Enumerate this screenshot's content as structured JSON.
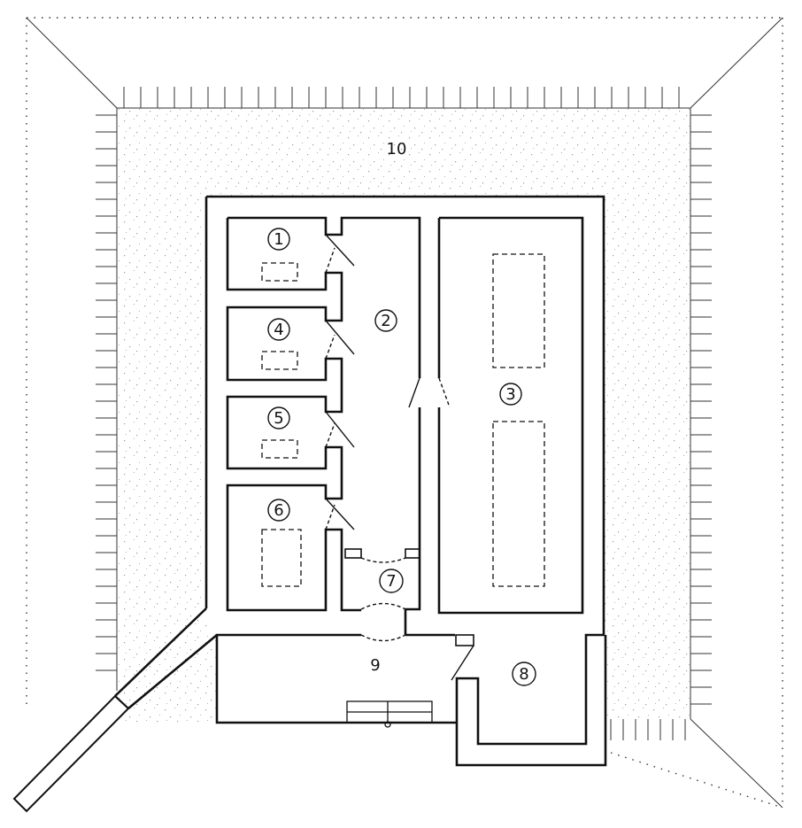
{
  "labels": {
    "room1": "1",
    "room2": "2",
    "room3": "3",
    "room4": "4",
    "room5": "5",
    "room6": "6",
    "room7": "7",
    "room8": "8",
    "room9": "9",
    "room10": "10"
  },
  "colors": {
    "wall": "#ffffff",
    "line": "#111111",
    "stipple": "#9a9a9a"
  }
}
